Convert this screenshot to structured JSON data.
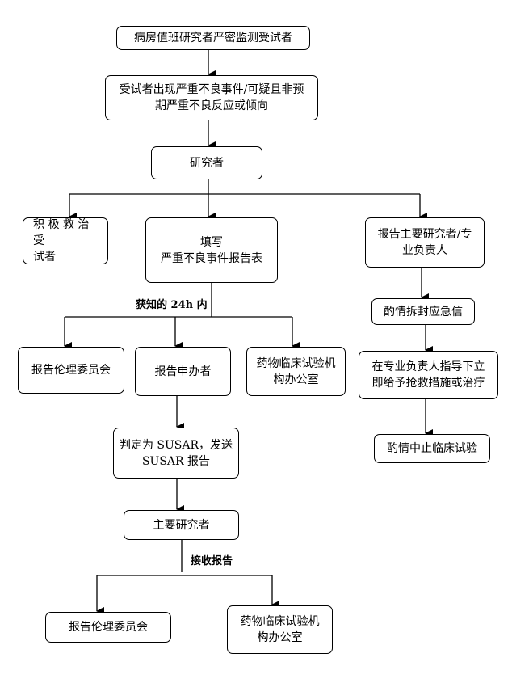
{
  "nodes": {
    "monitor": "病房值班研究者严密监测受试者",
    "event": "受试者出现严重不良事件/可疑且非预\n期严重不良反应或倾向",
    "researcher": "研究者",
    "rescue": "积 极 救 治 受\n试者",
    "fill_form": "填写\n严重不良事件报告表",
    "report_pi": "报告主要研究者/专\n业负责人",
    "open_letter": "酌情拆封应急信",
    "measures": "在专业负责人指导下立\n即给予抢救措施或治疗",
    "stop_trial": "酌情中止临床试验",
    "ethics_1": "报告伦理委员会",
    "sponsor": "报告申办者",
    "office_1": "药物临床试验机\n构办公室",
    "susar": "判定为 SUSAR，发送\nSUSAR 报告",
    "main_researcher": "主要研究者",
    "ethics_2": "报告伦理委员会",
    "office_2": "药物临床试验机\n构办公室"
  },
  "labels": {
    "within_24h": "获知的 24h 内",
    "receive_report": "接收报告"
  }
}
